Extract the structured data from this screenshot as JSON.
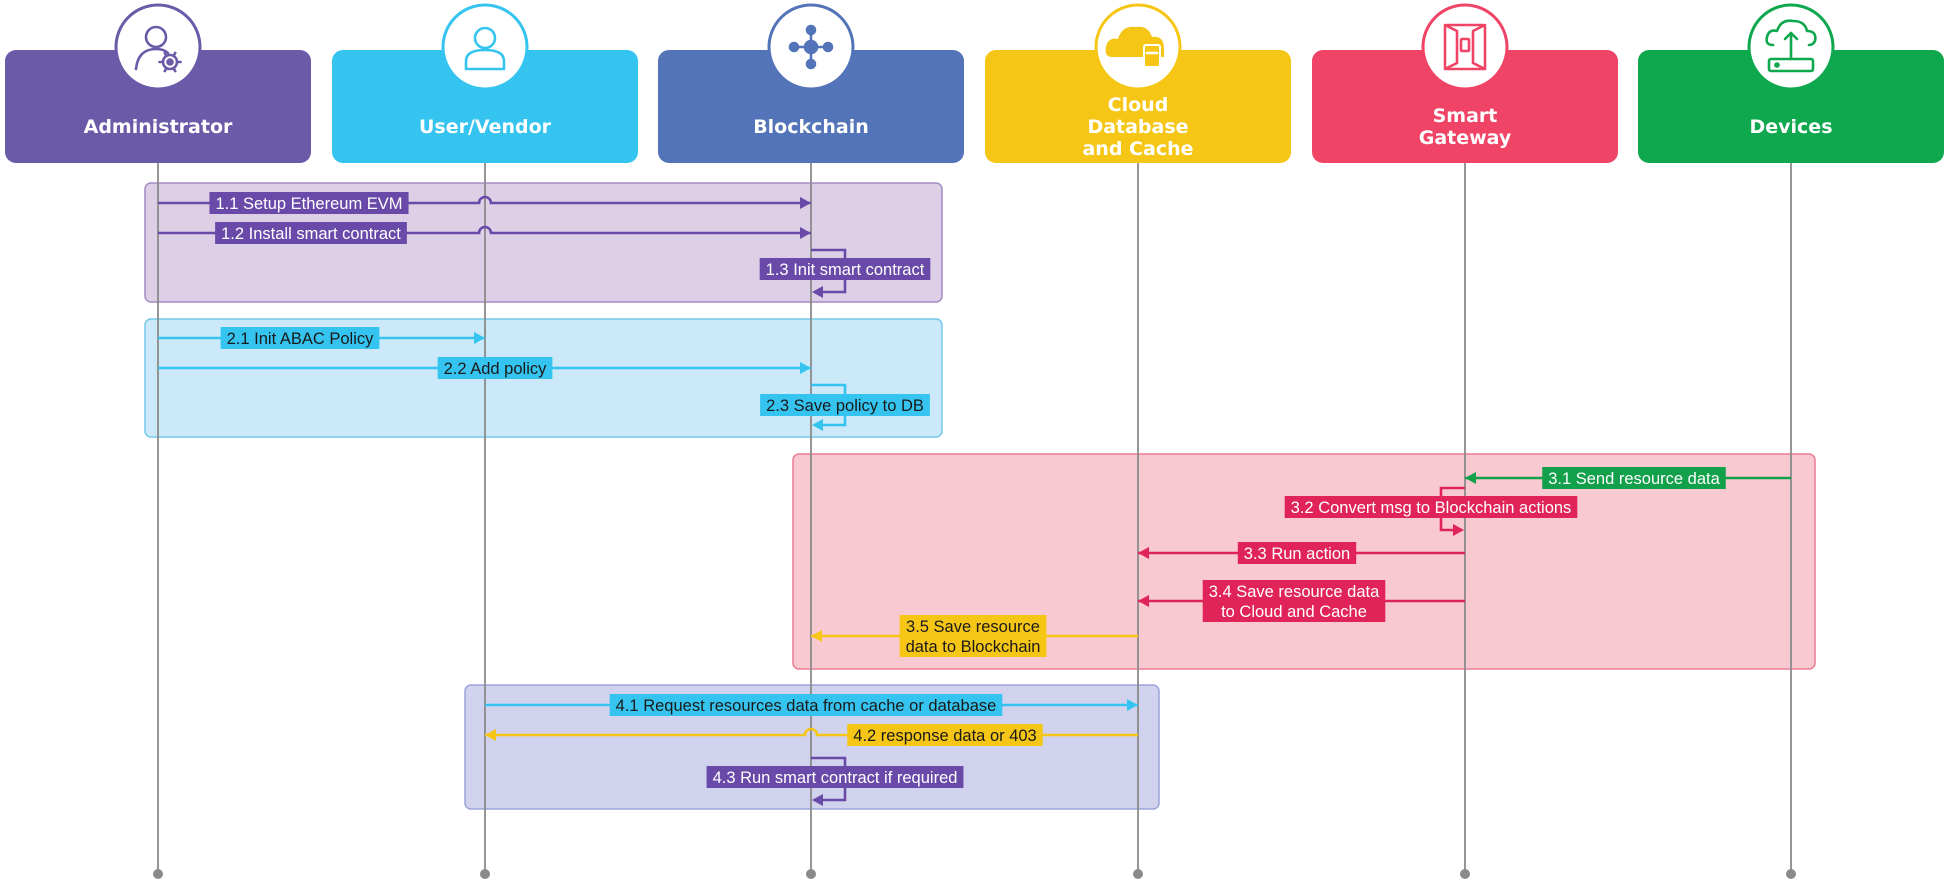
{
  "actors": [
    {
      "id": "admin",
      "lines": [
        "Administrator"
      ],
      "color": "#6a5aa8",
      "text_color": "#ffffff",
      "icon": "admin-gear-icon"
    },
    {
      "id": "user",
      "lines": [
        "User/Vendor"
      ],
      "color": "#35c4ef",
      "text_color": "#1a1a1a",
      "icon": "user-icon"
    },
    {
      "id": "chain",
      "lines": [
        "Blockchain"
      ],
      "color": "#5474b9",
      "text_color": "#ffffff",
      "icon": "network-hub-icon"
    },
    {
      "id": "cloud",
      "lines": [
        "Cloud",
        "Database",
        "and Cache"
      ],
      "color": "#f6c617",
      "text_color": "#1a1a1a",
      "icon": "cloud-database-icon"
    },
    {
      "id": "gateway",
      "lines": [
        "Smart",
        "Gateway"
      ],
      "color": "#ef4466",
      "text_color": "#ffffff",
      "icon": "gateway-door-icon"
    },
    {
      "id": "devices",
      "lines": [
        "Devices"
      ],
      "color": "#0fa84f",
      "text_color": "#ffffff",
      "icon": "cloud-device-icon"
    }
  ],
  "groups": [
    {
      "id": "g1",
      "fill": "#dccfe6",
      "stroke": "#a48cc4"
    },
    {
      "id": "g2",
      "fill": "#cbe9f8",
      "stroke": "#74c8ec"
    },
    {
      "id": "g3",
      "fill": "#f9c9d2",
      "stroke": "#ec7c92"
    },
    {
      "id": "g4",
      "fill": "#d1d3ee",
      "stroke": "#9ba4d8"
    }
  ],
  "messages": [
    {
      "id": "m11",
      "label": [
        "1.1 Setup Ethereum EVM"
      ],
      "color": "#6a4aa8",
      "text_color": "#ffffff"
    },
    {
      "id": "m12",
      "label": [
        "1.2 Install smart contract"
      ],
      "color": "#6a4aa8",
      "text_color": "#ffffff"
    },
    {
      "id": "m13",
      "label": [
        "1.3 Init smart contract"
      ],
      "color": "#6a4aa8",
      "text_color": "#ffffff"
    },
    {
      "id": "m21",
      "label": [
        "2.1 Init ABAC Policy"
      ],
      "color": "#35c4ef",
      "text_color": "#1a1a1a"
    },
    {
      "id": "m22",
      "label": [
        "2.2 Add policy"
      ],
      "color": "#35c4ef",
      "text_color": "#1a1a1a"
    },
    {
      "id": "m23",
      "label": [
        "2.3 Save policy to DB"
      ],
      "color": "#35c4ef",
      "text_color": "#1a1a1a"
    },
    {
      "id": "m31",
      "label": [
        "3.1 Send resource data"
      ],
      "color": "#12a04a",
      "text_color": "#ffffff"
    },
    {
      "id": "m32",
      "label": [
        "3.2 Convert msg to Blockchain actions"
      ],
      "color": "#e0245a",
      "text_color": "#ffffff"
    },
    {
      "id": "m33",
      "label": [
        "3.3 Run action"
      ],
      "color": "#e0245a",
      "text_color": "#ffffff"
    },
    {
      "id": "m34",
      "label": [
        "3.4 Save resource data",
        "to Cloud and Cache"
      ],
      "color": "#e0245a",
      "text_color": "#ffffff"
    },
    {
      "id": "m35",
      "label": [
        "3.5 Save resource",
        "data to Blockchain"
      ],
      "color": "#f6c617",
      "text_color": "#1a1a1a"
    },
    {
      "id": "m41",
      "label": [
        "4.1 Request resources data from cache or database"
      ],
      "color": "#35c4ef",
      "text_color": "#1a1a1a"
    },
    {
      "id": "m42",
      "label": [
        "4.2 response data or 403"
      ],
      "color": "#f6c617",
      "text_color": "#1a1a1a"
    },
    {
      "id": "m43",
      "label": [
        "4.3 Run smart contract if required"
      ],
      "color": "#6a4aa8",
      "text_color": "#ffffff"
    }
  ],
  "lifeline_color": "#8a8a8a"
}
